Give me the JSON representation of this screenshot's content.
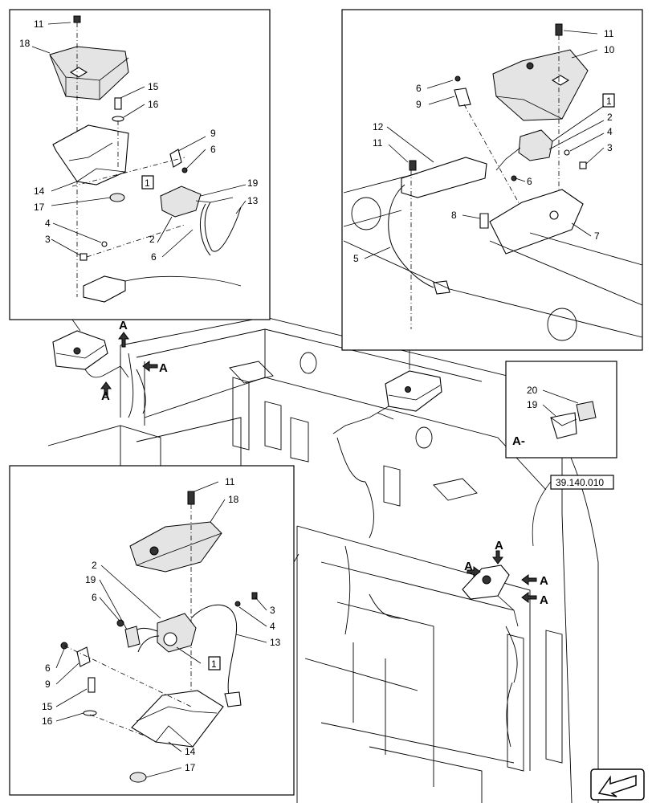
{
  "figure": {
    "reference": "39.140.010",
    "view_label": "A-",
    "arrow_label": "A"
  },
  "detail_top_left": {
    "callouts": [
      "11",
      "18",
      "15",
      "16",
      "9",
      "6",
      "1",
      "19",
      "13",
      "14",
      "17",
      "4",
      "2",
      "3",
      "6"
    ]
  },
  "detail_top_right": {
    "callouts": [
      "11",
      "10",
      "6",
      "9",
      "1",
      "2",
      "4",
      "3",
      "12",
      "11",
      "6",
      "8",
      "7",
      "5"
    ]
  },
  "detail_bottom_left": {
    "callouts": [
      "11",
      "18",
      "2",
      "19",
      "6",
      "3",
      "4",
      "13",
      "1",
      "6",
      "9",
      "15",
      "16",
      "14",
      "17"
    ]
  },
  "detail_view_a": {
    "callouts": [
      "20",
      "19"
    ]
  },
  "icons": {
    "nav_arrow": "back-arrow-icon"
  }
}
